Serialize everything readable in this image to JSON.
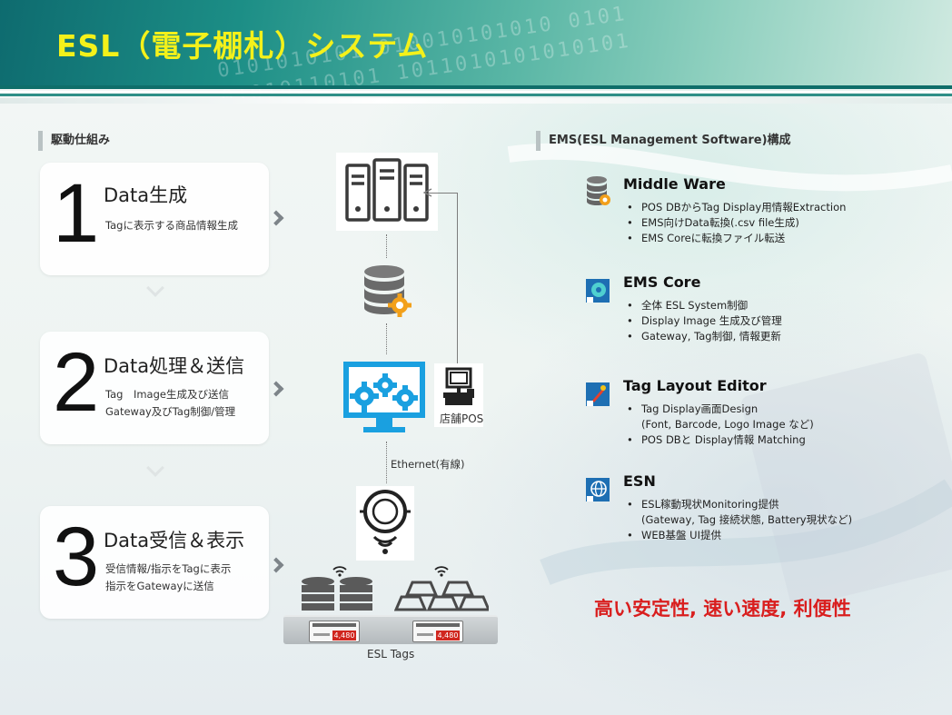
{
  "title": "ESL（電子棚札）システム",
  "left_section": {
    "heading": "駆動仕組み",
    "steps": [
      {
        "num": "1",
        "heading": "Data生成",
        "lines": [
          "Tagに表示する商品情報生成"
        ]
      },
      {
        "num": "2",
        "heading": "Data処理＆送信",
        "lines": [
          "Tag　Image生成及び送信",
          "Gateway及びTag制御/管理"
        ]
      },
      {
        "num": "3",
        "heading": "Data受信＆表示",
        "lines": [
          "受信情報/指示をTagに表示",
          "指示をGatewayに送信"
        ]
      }
    ]
  },
  "diagram": {
    "pos_label": "店舗POS",
    "ethernet_label": "Ethernet(有線)",
    "tags_label": "ESL Tags",
    "tag_price": "4,480",
    "icons": [
      "server-icon",
      "database-gear-icon",
      "monitor-gears-icon",
      "pos-terminal-icon",
      "gateway-icon",
      "wifi-icon",
      "coins-icon",
      "gold-bars-icon"
    ]
  },
  "right_section": {
    "heading": "EMS(ESL Management Software)構成",
    "items": [
      {
        "name": "Middle Ware",
        "icon": "database-gear-icon",
        "bullets": [
          {
            "text": "POS DBからTag Display用情報Extraction",
            "bullet": true
          },
          {
            "text": "EMS向けData転換(.csv file生成)",
            "bullet": true
          },
          {
            "text": "EMS Coreに転換ファイル転送",
            "bullet": true
          }
        ]
      },
      {
        "name": "EMS Core",
        "icon": "gear-app-icon",
        "bullets": [
          {
            "text": "全体 ESL System制御",
            "bullet": true
          },
          {
            "text": "Display Image 生成及び管理",
            "bullet": true
          },
          {
            "text": "Gateway, Tag制御, 情報更新",
            "bullet": true
          }
        ]
      },
      {
        "name": "Tag Layout Editor",
        "icon": "brush-app-icon",
        "bullets": [
          {
            "text": "Tag Display画面Design",
            "bullet": true
          },
          {
            "text": "(Font, Barcode, Logo Image など)",
            "bullet": false
          },
          {
            "text": "POS DBと Display情報 Matching",
            "bullet": true
          }
        ]
      },
      {
        "name": "ESN",
        "icon": "globe-app-icon",
        "bullets": [
          {
            "text": "ESL稼動現状Monitoring提供",
            "bullet": true
          },
          {
            "text": "(Gateway, Tag 接続状態, Battery現状など)",
            "bullet": false
          },
          {
            "text": "WEB基盤 UI提供",
            "bullet": true
          }
        ]
      }
    ]
  },
  "tagline": "高い安定性, 速い速度, 利便性",
  "colors": {
    "title": "#f4f11a",
    "accent_blue": "#1aa0e0",
    "tagline_red": "#d91e1e",
    "header_teal": "#0f6e6a"
  }
}
